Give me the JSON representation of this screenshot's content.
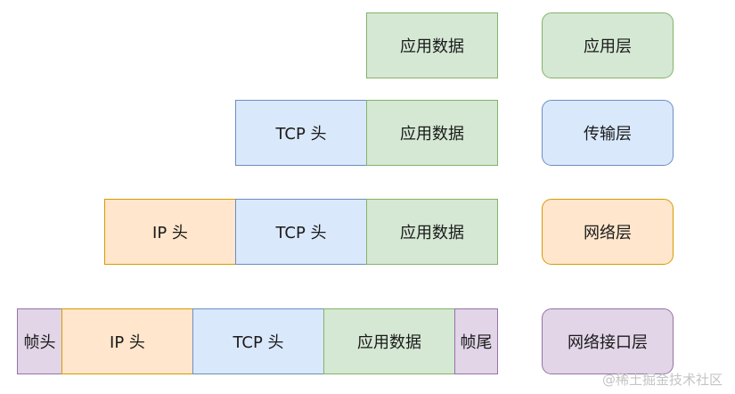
{
  "rows": [
    {
      "segments": [
        {
          "label": "应用数据",
          "kind": "app"
        }
      ],
      "layer": {
        "label": "应用层",
        "kind": "app"
      }
    },
    {
      "segments": [
        {
          "label": "TCP 头",
          "kind": "tcp"
        },
        {
          "label": "应用数据",
          "kind": "app"
        }
      ],
      "layer": {
        "label": "传输层",
        "kind": "tcp"
      }
    },
    {
      "segments": [
        {
          "label": "IP 头",
          "kind": "ip"
        },
        {
          "label": "TCP 头",
          "kind": "tcp"
        },
        {
          "label": "应用数据",
          "kind": "app"
        }
      ],
      "layer": {
        "label": "网络层",
        "kind": "ip"
      }
    },
    {
      "segments": [
        {
          "label": "帧头",
          "kind": "link"
        },
        {
          "label": "IP 头",
          "kind": "ip"
        },
        {
          "label": "TCP 头",
          "kind": "tcp"
        },
        {
          "label": "应用数据",
          "kind": "app"
        },
        {
          "label": "帧尾",
          "kind": "link"
        }
      ],
      "layer": {
        "label": "网络接口层",
        "kind": "link"
      }
    }
  ],
  "watermark": "@稀土掘金技术社区"
}
